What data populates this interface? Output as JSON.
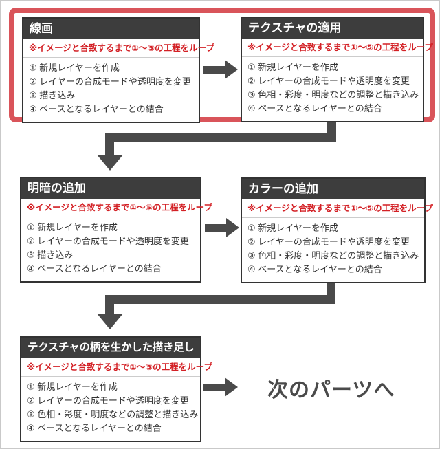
{
  "diagram": {
    "loop_note": "※イメージと合致するまで①〜⑤の工程をループ",
    "boxes": [
      {
        "title": "線画",
        "highlighted": true,
        "steps": [
          "① 新規レイヤーを作成",
          "② レイヤーの合成モードや透明度を変更",
          "③ 描き込み",
          "④ ベースとなるレイヤーとの結合"
        ]
      },
      {
        "title": "テクスチャの適用",
        "highlighted": true,
        "steps": [
          "① 新規レイヤーを作成",
          "② レイヤーの合成モードや透明度を変更",
          "③ 色相・彩度・明度などの調整と描き込み",
          "④ ベースとなるレイヤーとの結合"
        ]
      },
      {
        "title": "明暗の追加",
        "highlighted": false,
        "steps": [
          "① 新規レイヤーを作成",
          "② レイヤーの合成モードや透明度を変更",
          "③ 描き込み",
          "④ ベースとなるレイヤーとの結合"
        ]
      },
      {
        "title": "カラーの追加",
        "highlighted": false,
        "steps": [
          "① 新規レイヤーを作成",
          "② レイヤーの合成モードや透明度を変更",
          "③ 色相・彩度・明度などの調整と描き込み",
          "④ ベースとなるレイヤーとの結合"
        ]
      },
      {
        "title": "テクスチャの柄を生かした描き足し",
        "highlighted": false,
        "steps": [
          "① 新規レイヤーを作成",
          "② レイヤーの合成モードや透明度を変更",
          "③ 色相・彩度・明度などの調整と描き込み",
          "④ ベースとなるレイヤーとの結合"
        ]
      }
    ],
    "end_label": "次のパーツへ",
    "colors": {
      "highlight_border": "#d9545a",
      "highlight_overlap": "#a2464b",
      "header_bg": "#3d3d3d",
      "header_text": "#ffffff",
      "loop_note_text": "#d32025",
      "box_border": "#333333",
      "body_text": "#333333",
      "arrow": "#4a4a4a",
      "divider": "#cccccc"
    }
  }
}
